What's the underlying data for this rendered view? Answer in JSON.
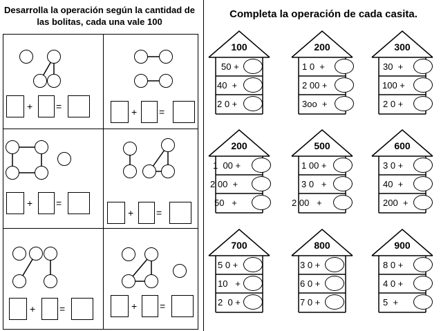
{
  "left_title": "Desarrolla la operación según la cantidad de las bolitas, cada una vale 100",
  "right_title": "Completa la operación de cada casita.",
  "equation_symbols": {
    "plus": "+",
    "equals": "="
  },
  "houses": [
    {
      "number": "100",
      "rows": [
        "50 +",
        "40  +",
        "2 0 +"
      ]
    },
    {
      "number": "200",
      "rows": [
        "1 0  +",
        "2 00 +",
        "3oo  +"
      ]
    },
    {
      "number": "300",
      "rows": [
        "30  +",
        "100 +",
        "2 0 +"
      ]
    },
    {
      "number": "200",
      "rows": [
        "1  00 +",
        "2 00  +",
        "50   +"
      ]
    },
    {
      "number": "500",
      "rows": [
        "1 00 +",
        "3 0   +",
        "2 00   +"
      ]
    },
    {
      "number": "600",
      "rows": [
        "3 0 +",
        "40  +",
        "200  +"
      ]
    },
    {
      "number": "700",
      "rows": [
        "5 0 +",
        "10   +",
        "2  0 +"
      ]
    },
    {
      "number": "800",
      "rows": [
        "3 0 +",
        "6 0 +",
        "7 0 +"
      ]
    },
    {
      "number": "900",
      "rows": [
        "8 0 +",
        "4 0 +",
        "5  +"
      ]
    }
  ]
}
